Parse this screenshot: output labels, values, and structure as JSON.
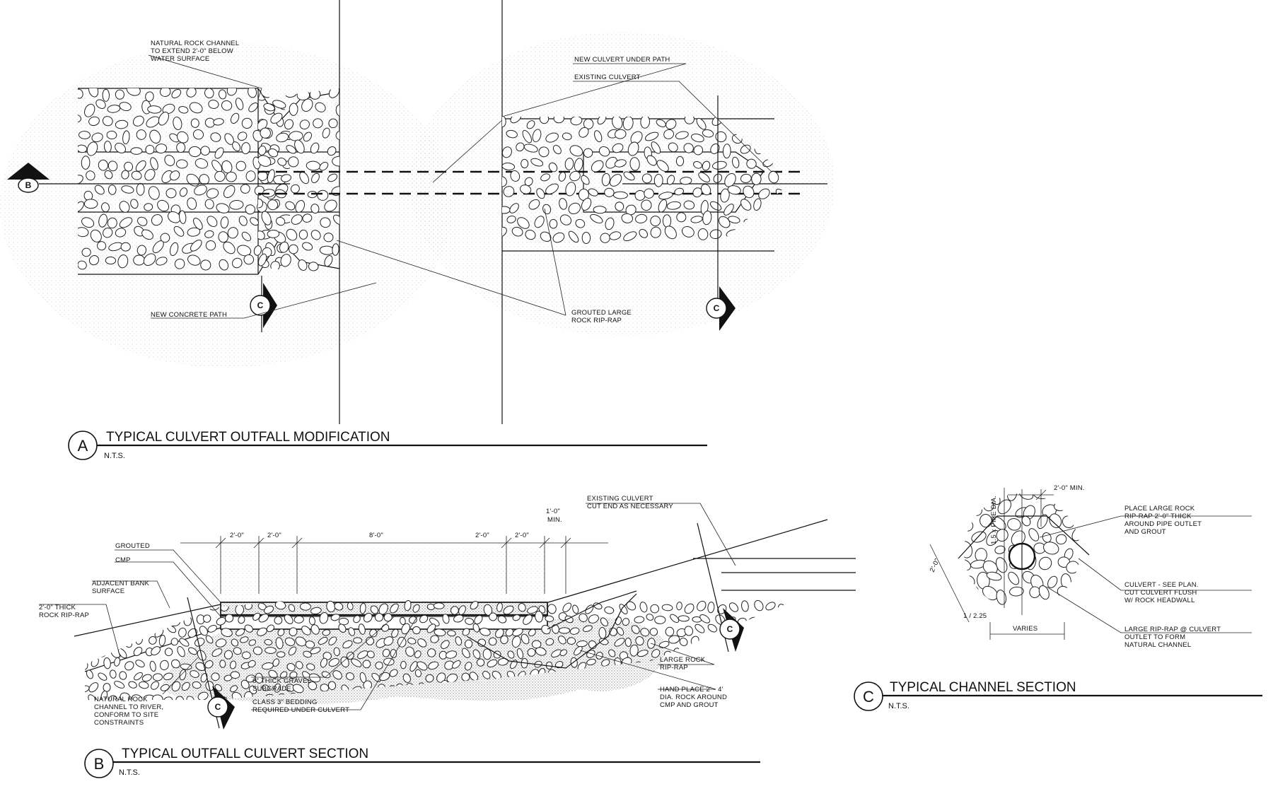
{
  "details": {
    "a": {
      "bubble": "A",
      "title": "TYPICAL CULVERT OUTFALL MODIFICATION",
      "scale": "N.T.S.",
      "notes": {
        "natural_rock_1": "NATURAL ROCK CHANNEL",
        "natural_rock_2": "TO EXTEND 2'-0\" BELOW",
        "natural_rock_3": "WATER SURFACE",
        "new_culvert": "NEW CULVERT UNDER PATH",
        "existing_culvert": "EXISTING CULVERT",
        "concrete_path": "NEW CONCRETE PATH",
        "grouted_1": "GROUTED LARGE",
        "grouted_2": "ROCK RIP-RAP"
      },
      "section_tags": {
        "b": "B",
        "c_left": "C",
        "c_right": "C"
      }
    },
    "b": {
      "bubble": "B",
      "title": "TYPICAL OUTFALL CULVERT SECTION",
      "scale": "N.T.S.",
      "dims": {
        "d1": "2'-0\"",
        "d2": "2'-0\"",
        "d3": "8'-0\"",
        "d4": "2'-0\"",
        "d5": "2'-0\"",
        "d6a": "1'-0\"",
        "d6b": "MIN."
      },
      "notes": {
        "existing_1": "EXISTING CULVERT",
        "existing_2": "CUT END AS NECESSARY",
        "grouted": "GROUTED",
        "cmp": "CMP",
        "bank_1": "ADJACENT BANK",
        "bank_2": "SURFACE",
        "thick_1": "2'-0\" THICK",
        "thick_2": "ROCK RIP-RAP",
        "nat_1": "NATURAL ROCK",
        "nat_2": "CHANNEL TO RIVER,",
        "nat_3": "CONFORM TO SITE",
        "nat_4": "CONSTRAINTS",
        "gravel_1": "6\" THICK GRAVEL",
        "gravel_2": "SUBGRADE",
        "bedding_1": "CLASS 3\" BEDDING",
        "bedding_2": "REQUIRED UNDER CULVERT",
        "large_1": "LARGE ROCK",
        "large_2": "RIP-RAP",
        "hand_1": "HAND PLACE 2' - 4'",
        "hand_2": "DIA. ROCK AROUND",
        "hand_3": "CMP AND GROUT"
      },
      "section_tags": {
        "c_mid": "C",
        "c_left": "C"
      }
    },
    "c": {
      "bubble": "C",
      "title": "TYPICAL CHANNEL SECTION",
      "scale": "N.T.S.",
      "dims": {
        "min": "2'-0\" MIN.",
        "pipe": "1.5 x PIPE DIA.",
        "side": "2'-0\"",
        "slope": "1 / 2.25",
        "varies": "VARIES"
      },
      "notes": {
        "place_1": "PLACE LARGE ROCK",
        "place_2": "RIP-RAP 2'-0\" THICK",
        "place_3": "AROUND PIPE OUTLET",
        "place_4": "AND GROUT",
        "culvert_1": "CULVERT - SEE PLAN.",
        "culvert_2": "CUT CULVERT FLUSH",
        "culvert_3": "W/ ROCK HEADWALL",
        "large_1": "LARGE RIP-RAP @ CULVERT",
        "large_2": "OUTLET TO FORM",
        "large_3": "NATURAL CHANNEL"
      }
    }
  },
  "colors": {
    "ink": "#111111",
    "paper": "#ffffff",
    "stipple": "#9a9a9a"
  }
}
